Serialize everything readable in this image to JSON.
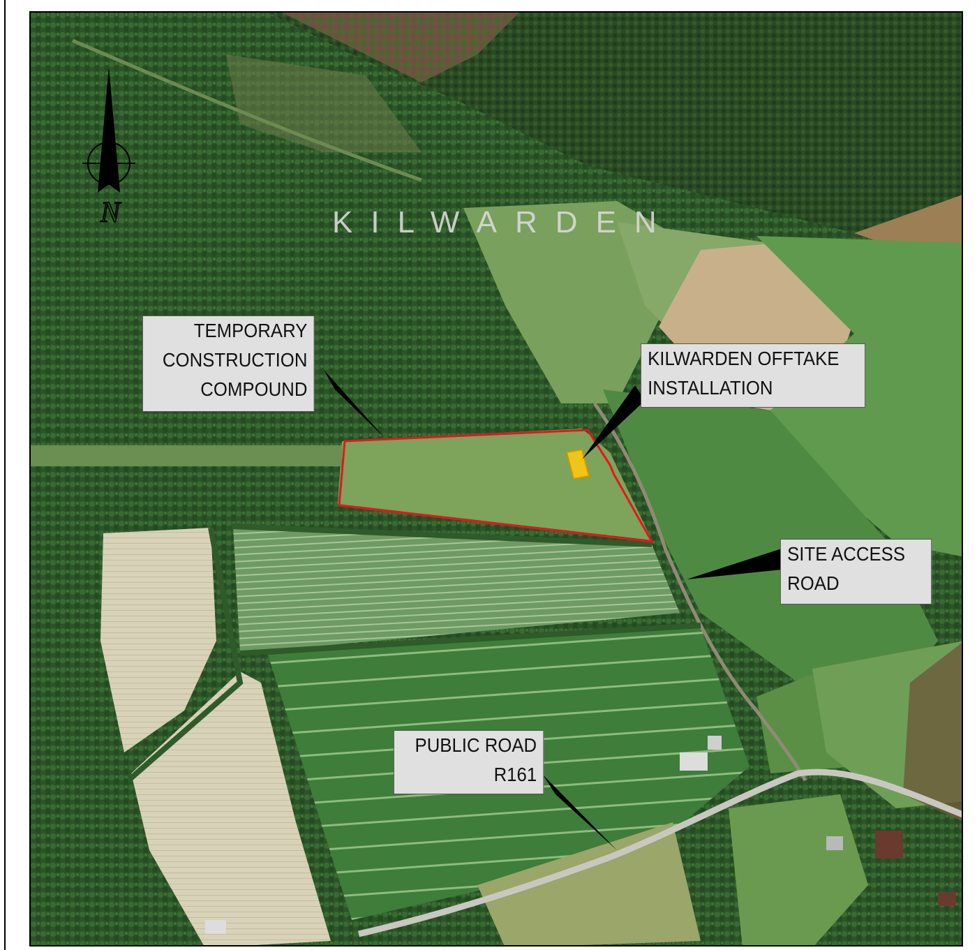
{
  "map": {
    "place_name": "KILWARDEN",
    "north_letter": "N",
    "labels": {
      "temporary_compound": [
        "TEMPORARY",
        "CONSTRUCTION",
        "COMPOUND"
      ],
      "offtake_installation": [
        "KILWARDEN OFFTAKE",
        "INSTALLATION"
      ],
      "site_access_road": [
        "SITE ACCESS",
        "ROAD"
      ],
      "public_road": [
        "PUBLIC ROAD",
        "R161"
      ]
    },
    "colors": {
      "compound_outline": "#e8141e",
      "offtake_fill": "#f0c419",
      "label_background": "#e0e0e0",
      "leader": "#000000"
    },
    "icons": [
      "north-arrow-icon"
    ]
  }
}
